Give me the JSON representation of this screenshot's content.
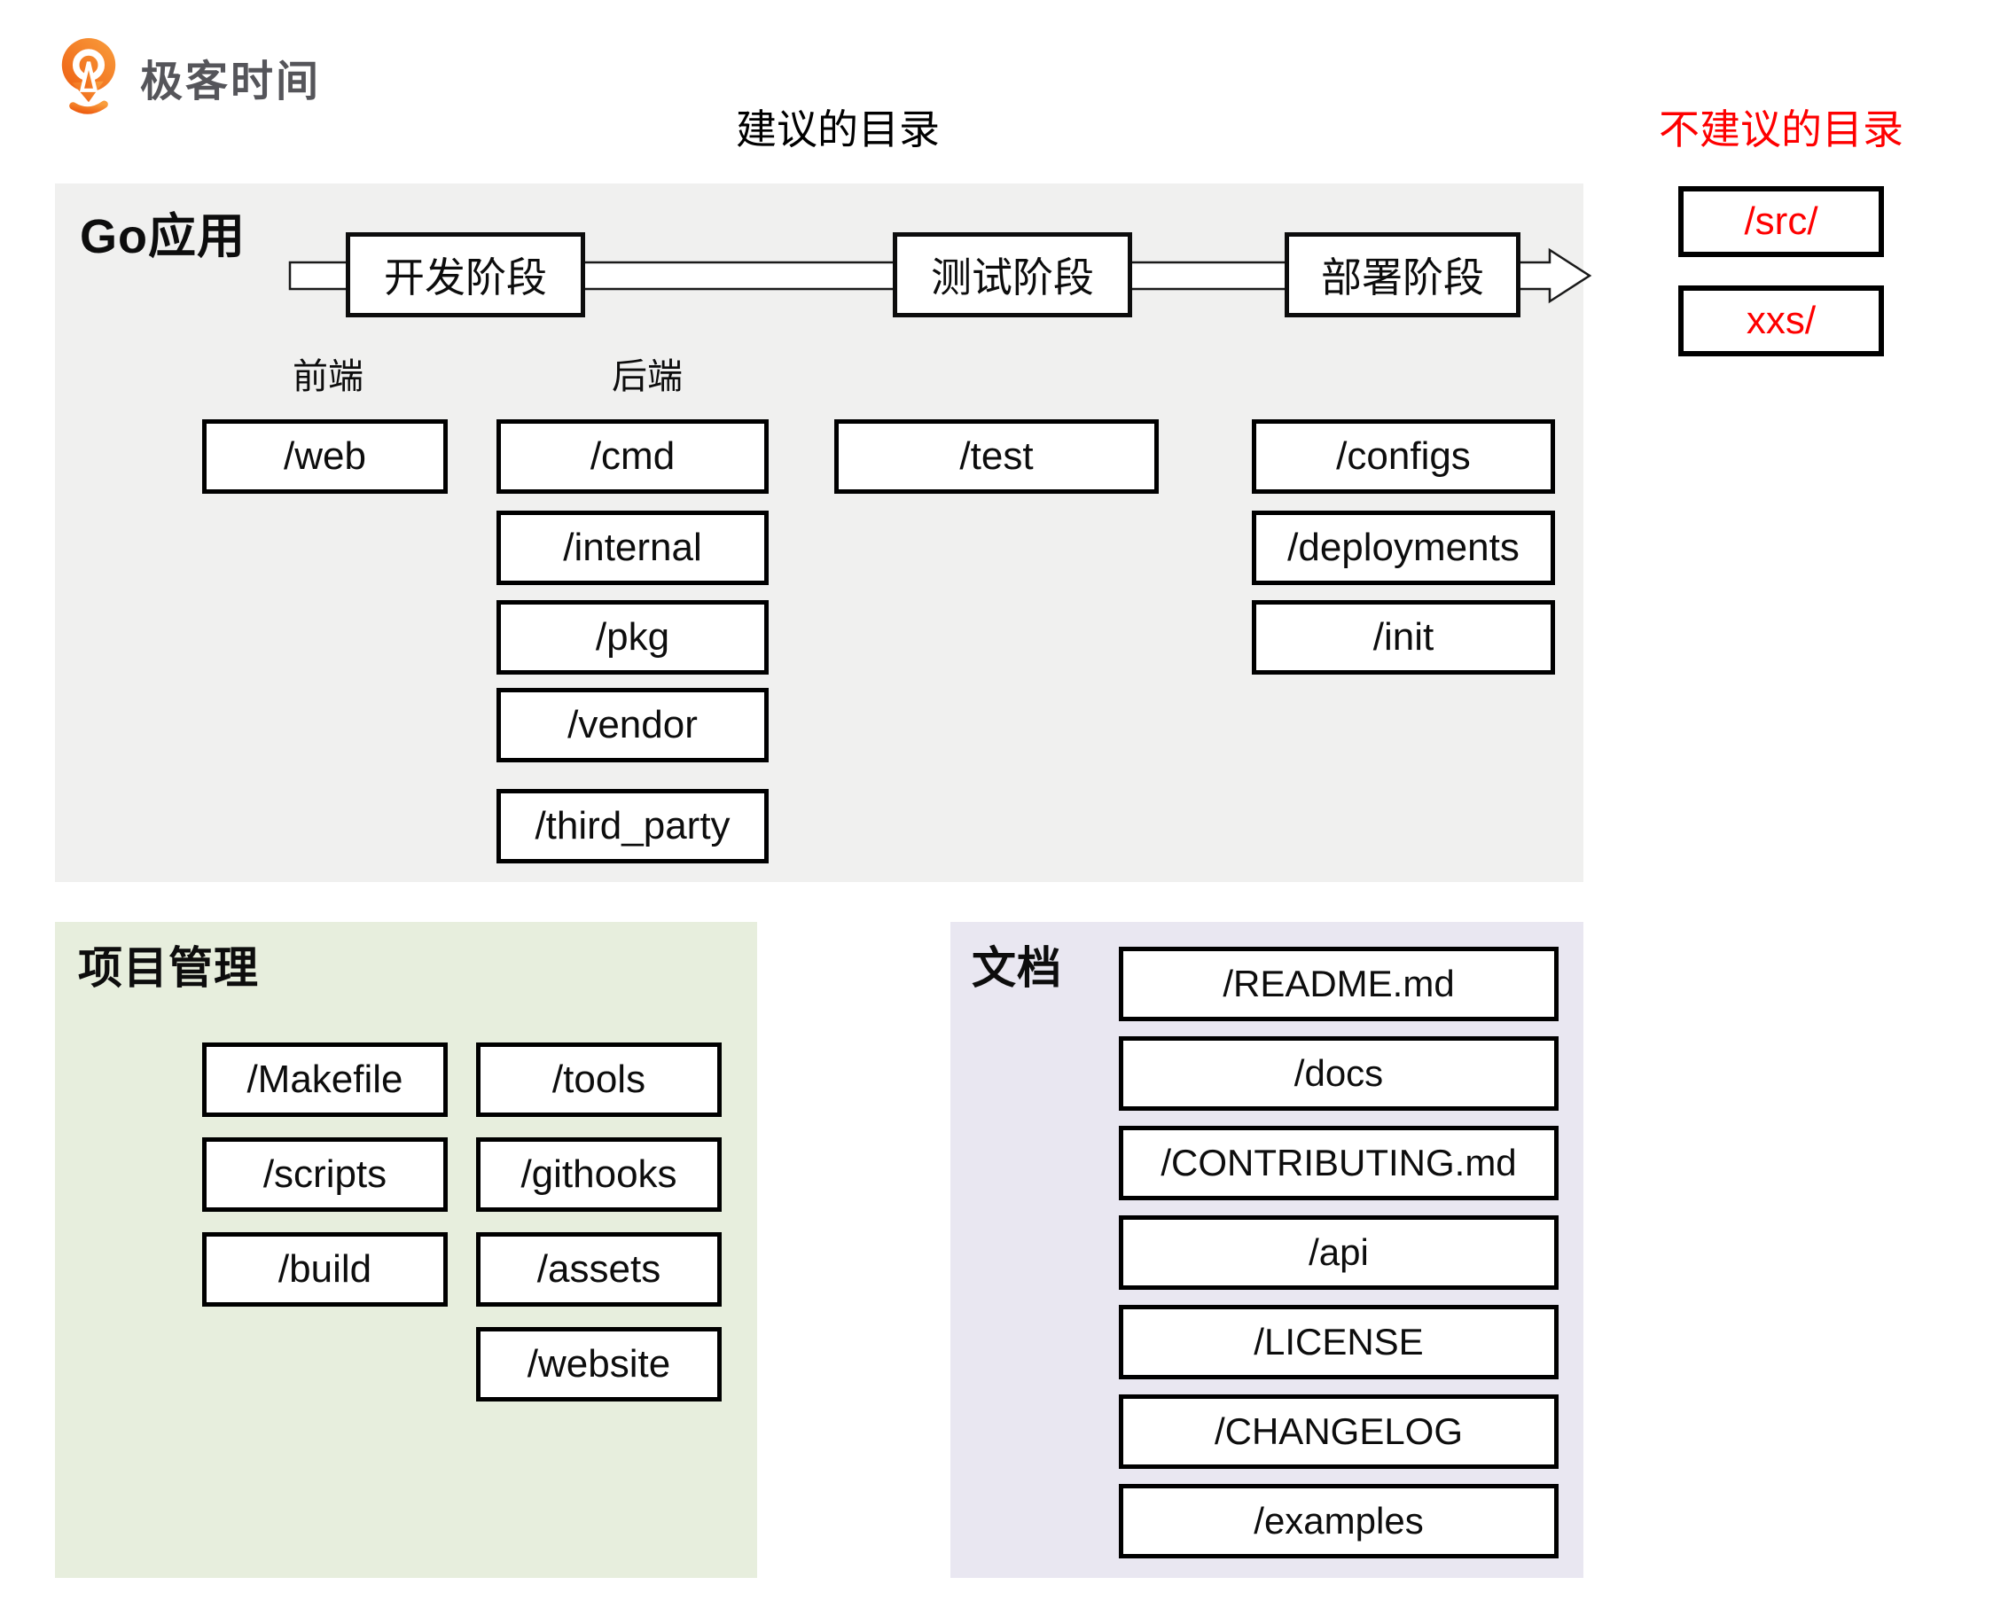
{
  "page": {
    "brand": "极客时间",
    "title_recommended": "建议的目录",
    "title_not_recommended": "不建议的目录",
    "colors": {
      "red": "#fe0000",
      "panel_gray": "#f0f0ef",
      "panel_green": "#e7eedd",
      "panel_purple": "#e9e7f1",
      "logo_orange_dark": "#ee5f12",
      "logo_orange_light": "#f99e3d",
      "brand_text": "#55555a",
      "box_border": "#000000"
    }
  },
  "not_recommended": {
    "items": [
      "/src/",
      "xxs/"
    ]
  },
  "go_app": {
    "title": "Go应用",
    "phases": [
      "开发阶段",
      "测试阶段",
      "部署阶段"
    ],
    "frontend_label": "前端",
    "backend_label": "后端",
    "frontend_dirs": [
      "/web"
    ],
    "backend_dirs": [
      "/cmd",
      "/internal",
      "/pkg",
      "/vendor",
      "/third_party"
    ],
    "test_dirs": [
      "/test"
    ],
    "deploy_dirs": [
      "/configs",
      "/deployments",
      "/init"
    ]
  },
  "project_mgmt": {
    "title": "项目管理",
    "col1": [
      "/Makefile",
      "/scripts",
      "/build"
    ],
    "col2": [
      "/tools",
      "/githooks",
      "/assets",
      "/website"
    ]
  },
  "docs": {
    "title": "文档",
    "items": [
      "/README.md",
      "/docs",
      "/CONTRIBUTING.md",
      "/api",
      "/LICENSE",
      "/CHANGELOG",
      "/examples"
    ]
  }
}
